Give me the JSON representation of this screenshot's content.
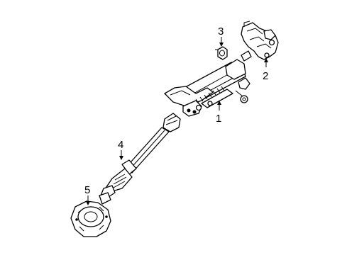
{
  "diagram": {
    "callouts": [
      {
        "number": "1",
        "part": "steering-column-assembly"
      },
      {
        "number": "2",
        "part": "lock-housing"
      },
      {
        "number": "3",
        "part": "nut"
      },
      {
        "number": "4",
        "part": "intermediate-shaft"
      },
      {
        "number": "5",
        "part": "boot-seal"
      }
    ]
  }
}
